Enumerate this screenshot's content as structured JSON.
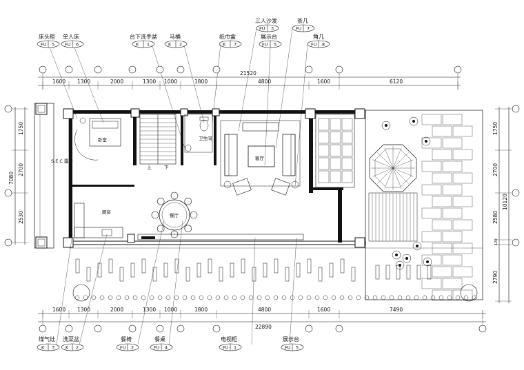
{
  "top_callouts": [
    {
      "label": "床头柜",
      "code": "FU",
      "num": "5"
    },
    {
      "label": "单人床",
      "code": "FU",
      "num": "6"
    },
    {
      "label": "台下洗手盆",
      "code": "K",
      "num": "1"
    },
    {
      "label": "马桶",
      "code": "K",
      "num": "2"
    },
    {
      "label": "纸巾盒",
      "code": "K",
      "num": "7"
    },
    {
      "label": "三人沙发",
      "code": "FU",
      "num": "3"
    },
    {
      "label": "展示台",
      "code": "FU",
      "num": "5"
    },
    {
      "label": "茶几",
      "code": "FU",
      "num": "7"
    },
    {
      "label": "角几",
      "code": "FU",
      "num": "8"
    }
  ],
  "bottom_callouts": [
    {
      "label": "煤气灶",
      "code": "K",
      "num": "3"
    },
    {
      "label": "洗菜盆",
      "code": "K",
      "num": "2"
    },
    {
      "label": "餐椅",
      "code": "FU",
      "num": "2"
    },
    {
      "label": "餐桌",
      "code": "FU",
      "num": "4"
    },
    {
      "label": "电视柜",
      "code": "FU",
      "num": "1"
    },
    {
      "label": "展示台",
      "code": "FU",
      "num": "5"
    }
  ],
  "top_dims": {
    "overall": "21520",
    "segments": [
      "1600",
      "1300",
      "2000",
      "1300",
      "1000",
      "1800",
      "4800",
      "1600",
      "6120"
    ]
  },
  "bottom_dims": {
    "overall": "22890",
    "segments": [
      "1600",
      "1300",
      "2000",
      "1300",
      "1000",
      "1800",
      "4800",
      "1600",
      "7490"
    ]
  },
  "left_dims": {
    "overall": "7080",
    "segments": [
      "1750",
      "2700",
      "2530"
    ]
  },
  "right_dims": {
    "overall": "10120",
    "segments": [
      "1750",
      "2700",
      "2580",
      "120",
      "2790"
    ]
  },
  "rooms": [
    {
      "id": "bedroom",
      "name": "卧室"
    },
    {
      "id": "terrace",
      "name": "S.E.C 露台"
    },
    {
      "id": "kitchen",
      "name": "厨房"
    },
    {
      "id": "dining",
      "name": "餐厅"
    },
    {
      "id": "bath",
      "name": "卫生间"
    },
    {
      "id": "living",
      "name": "客厅"
    }
  ],
  "stair_marks": [
    "上",
    "下"
  ]
}
